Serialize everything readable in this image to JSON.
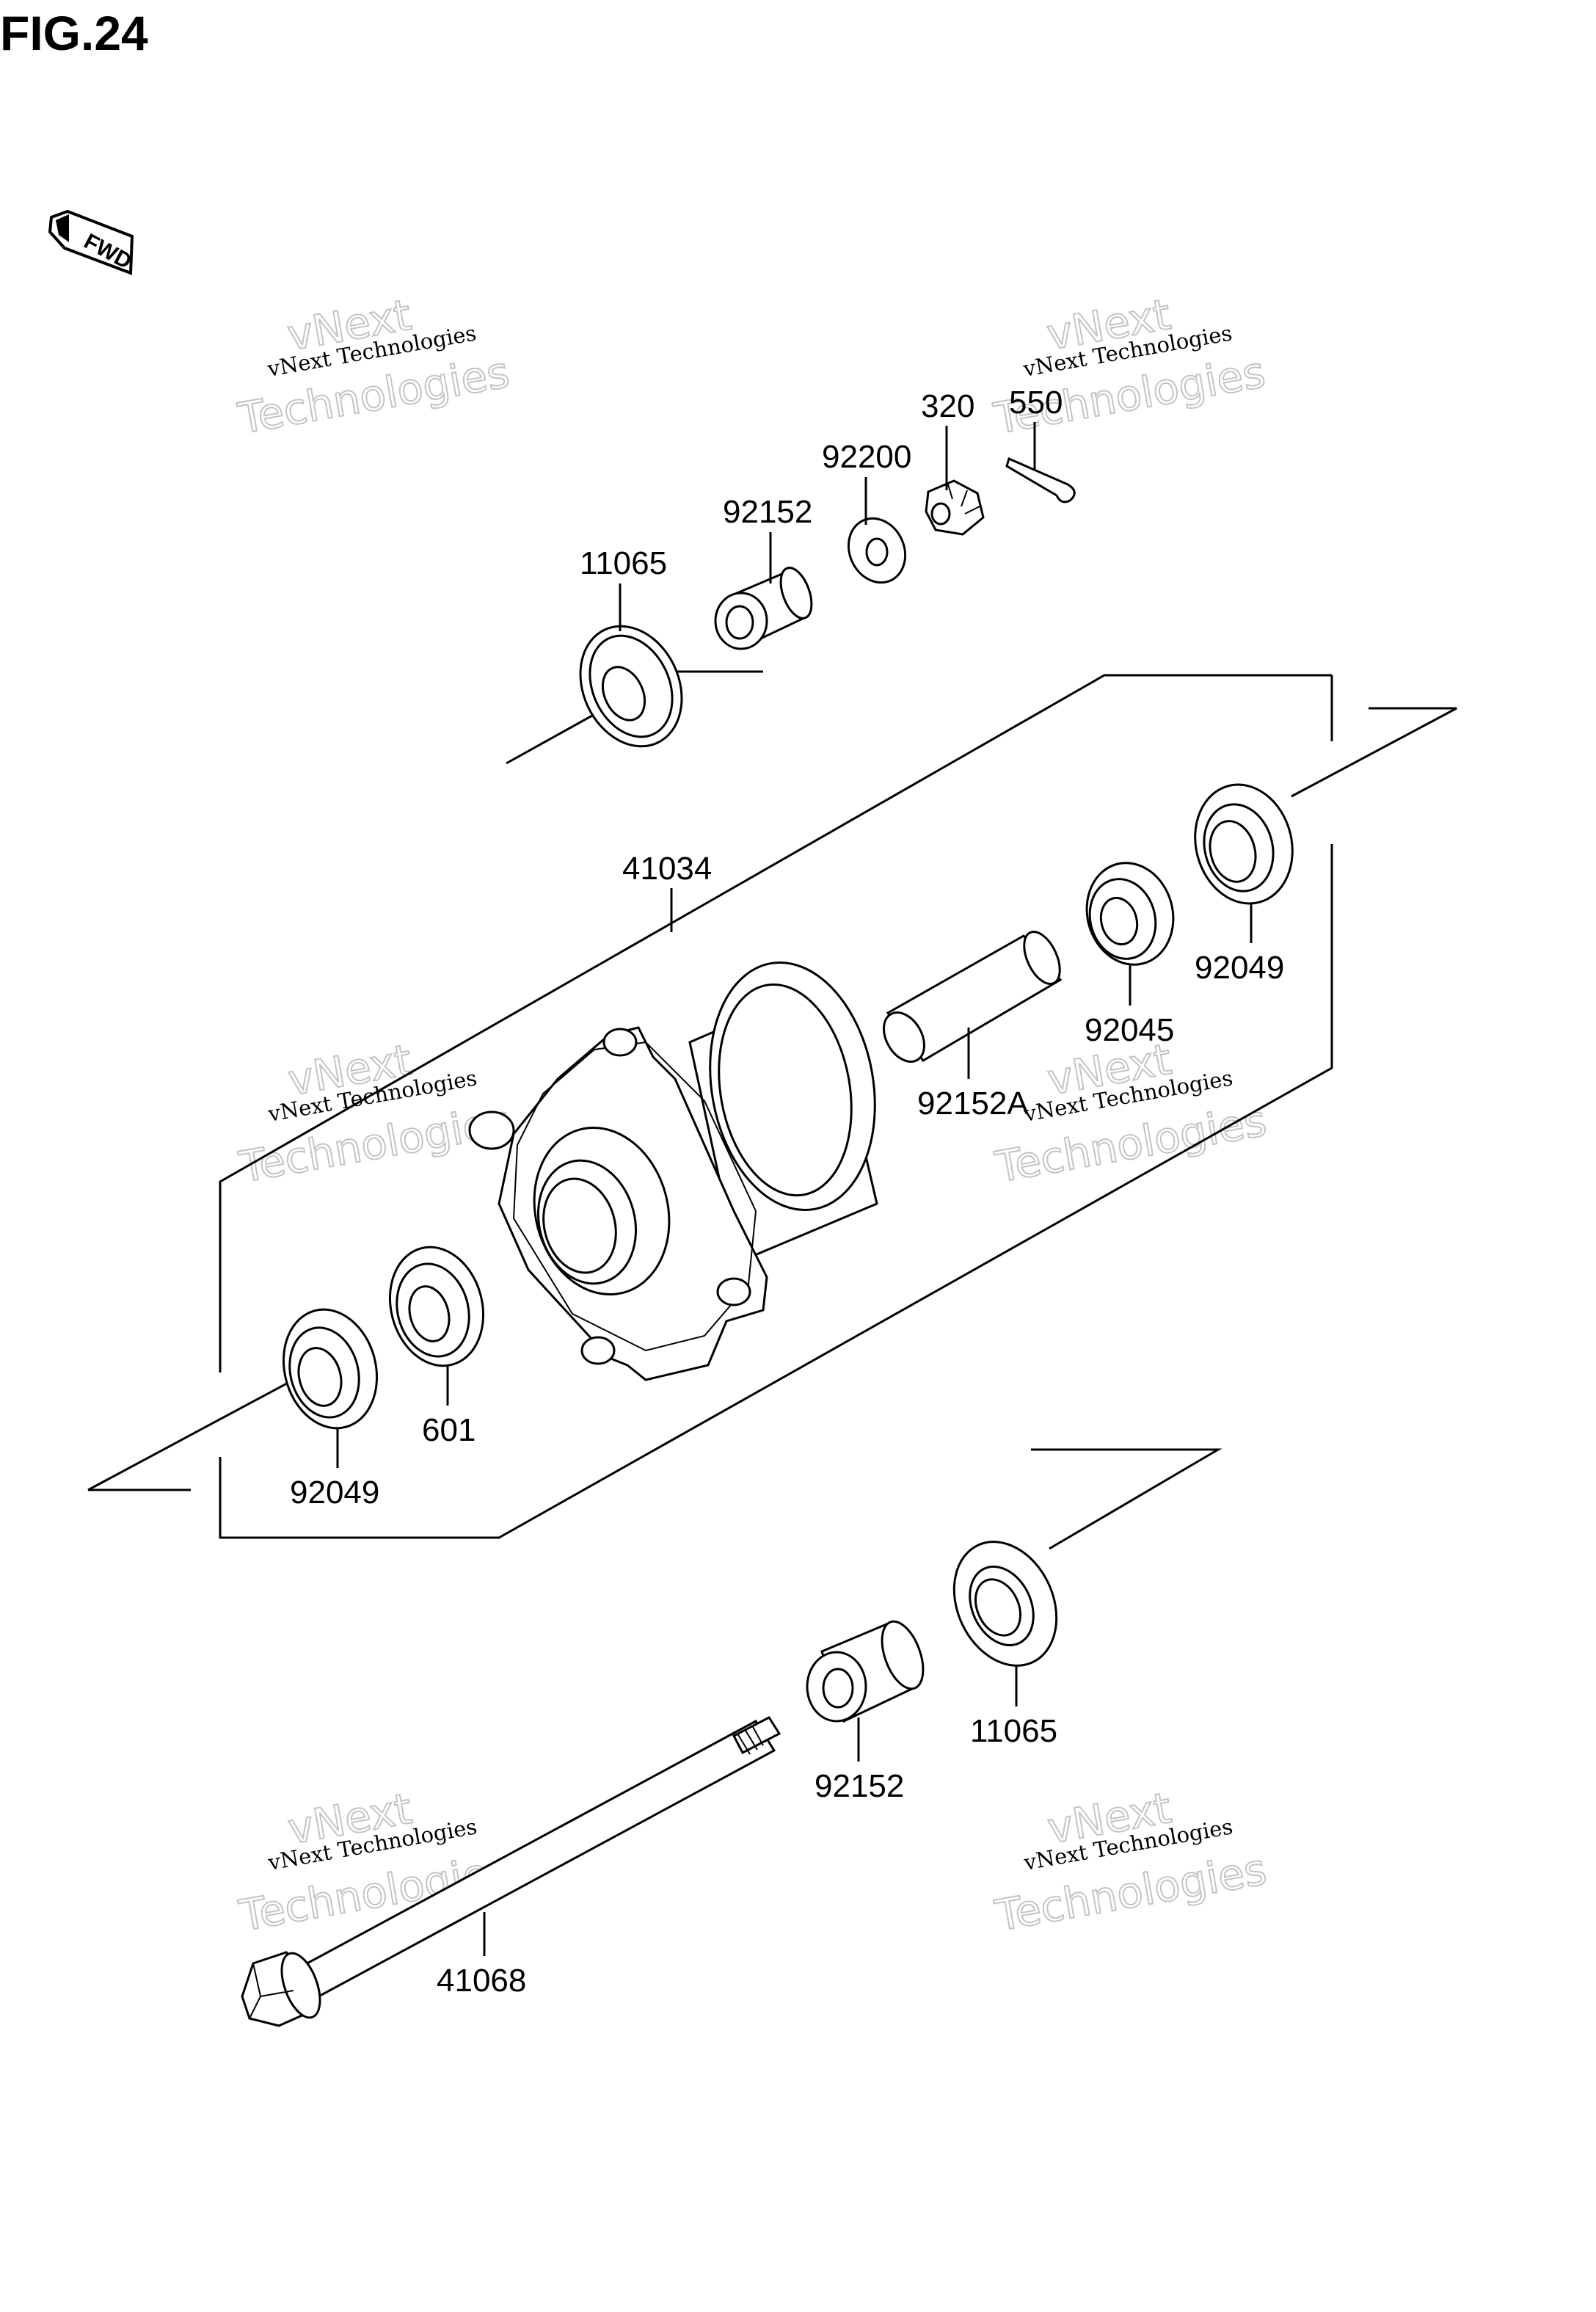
{
  "figure_title": "FIG.24",
  "fwd_badge": "FWD",
  "watermark": {
    "line1": "vNext Technologies",
    "line2a": "vNext",
    "line2b": "Technologies"
  },
  "part_labels": {
    "p11065_top": "11065",
    "p92152_top": "92152",
    "p92200": "92200",
    "p320": "320",
    "p550": "550",
    "p41034": "41034",
    "p92049_right": "92049",
    "p92045": "92045",
    "p92152A": "92152A",
    "p601": "601",
    "p92049_left": "92049",
    "p11065_bottom": "11065",
    "p92152_bottom": "92152",
    "p41068": "41068"
  }
}
